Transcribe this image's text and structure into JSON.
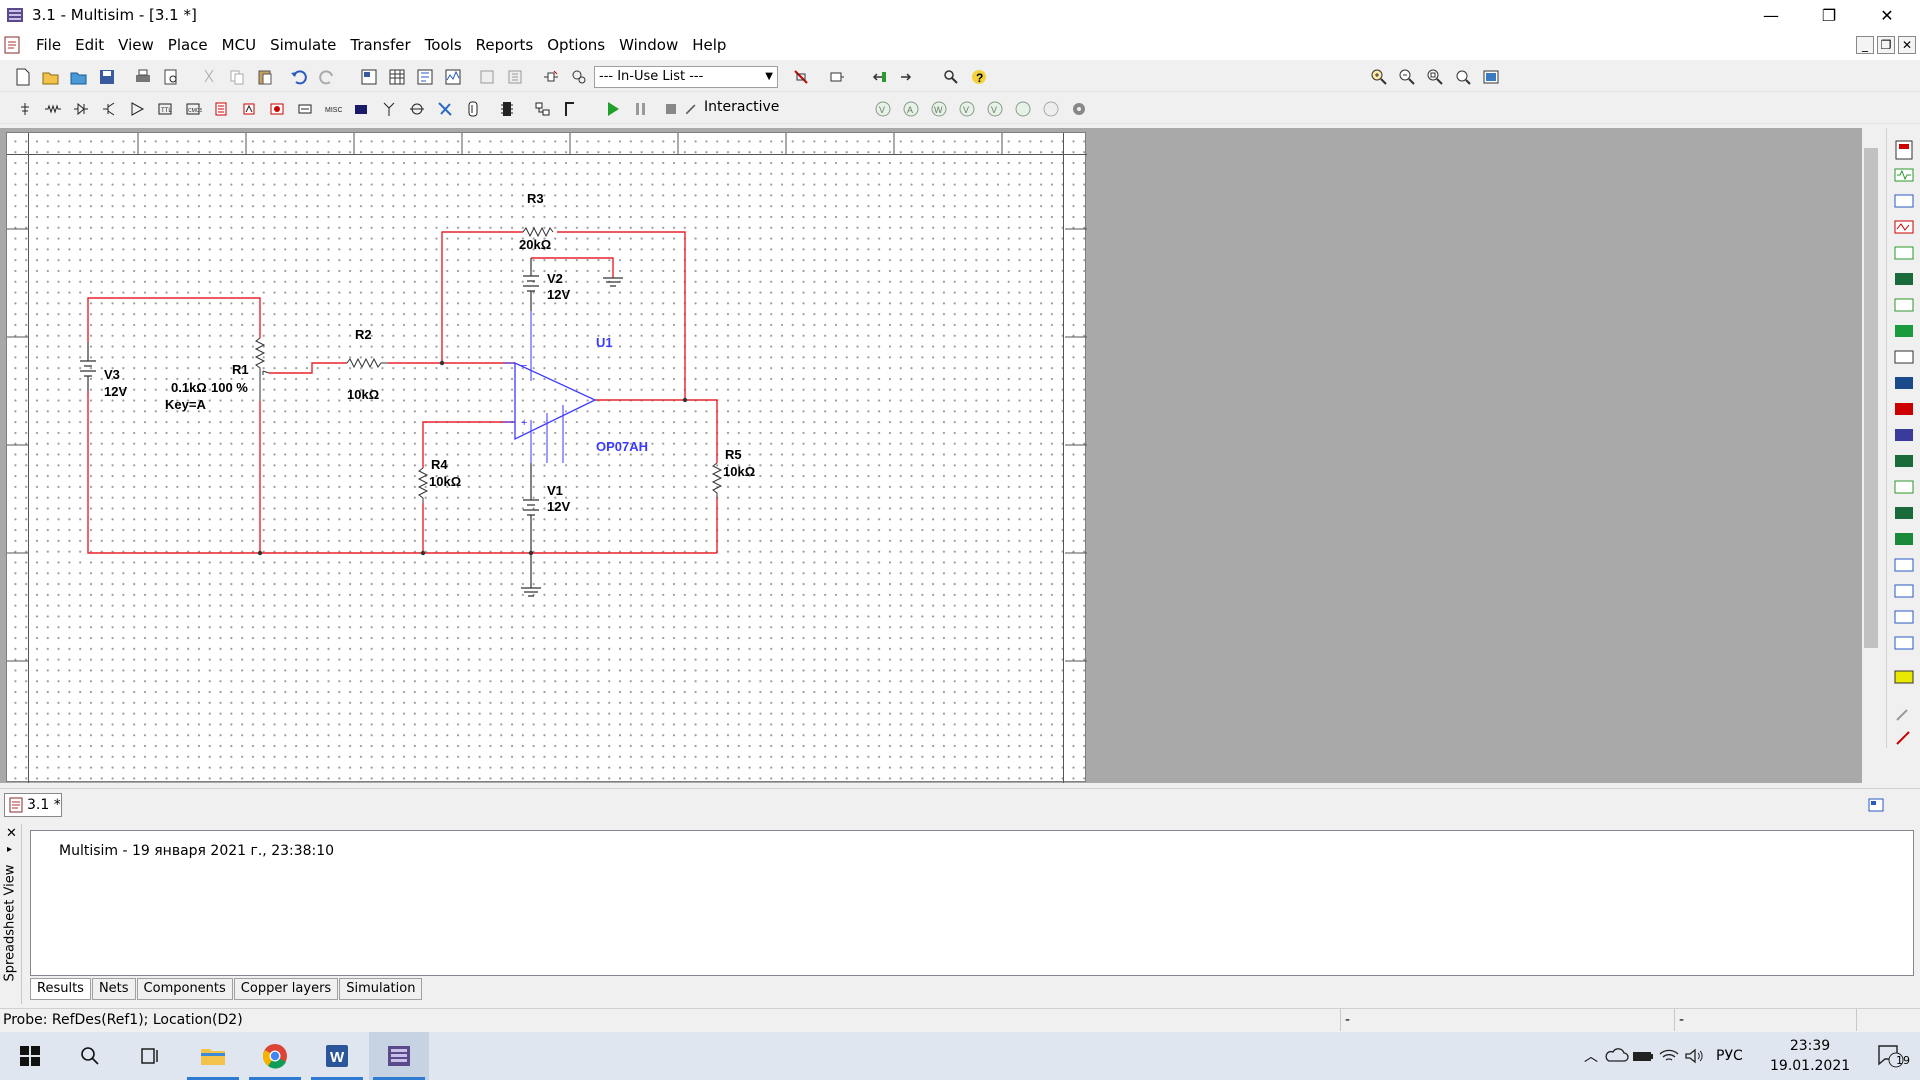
{
  "window": {
    "title": "3.1 - Multisim - [3.1 *]",
    "minimize_glyph": "—",
    "maximize_glyph": "❐",
    "close_glyph": "✕"
  },
  "menu": {
    "items": [
      "File",
      "Edit",
      "View",
      "Place",
      "MCU",
      "Simulate",
      "Transfer",
      "Tools",
      "Reports",
      "Options",
      "Window",
      "Help"
    ],
    "mdi_min": "_",
    "mdi_restore": "❐",
    "mdi_close": "✕"
  },
  "toolbar": {
    "in_use_list": "--- In-Use List ---",
    "interactive": "Interactive"
  },
  "schematic": {
    "components": {
      "R3": {
        "name": "R3",
        "value": "20kΩ"
      },
      "V2": {
        "name": "V2",
        "value": "12V"
      },
      "U1": {
        "name": "U1",
        "model": "OP07AH"
      },
      "R1": {
        "name": "R1",
        "value": "0.1kΩ",
        "percent": "100 %",
        "key": "Key=A"
      },
      "R2": {
        "name": "R2",
        "value": "10kΩ"
      },
      "V3": {
        "name": "V3",
        "value": "12V"
      },
      "R4": {
        "name": "R4",
        "value": "10kΩ"
      },
      "V1": {
        "name": "V1",
        "value": "12V"
      },
      "R5": {
        "name": "R5",
        "value": "10kΩ"
      }
    },
    "wire_color": "#e8242a",
    "opamp_color": "#3a3aff"
  },
  "doc_tab": {
    "label": "3.1 *"
  },
  "spreadsheet": {
    "title": "Spreadsheet View",
    "message": "Multisim  -  19 января 2021 г., 23:38:10",
    "tabs": [
      "Results",
      "Nets",
      "Components",
      "Copper layers",
      "Simulation"
    ]
  },
  "status": {
    "probe": "Probe: RefDes(Ref1); Location(D2)",
    "seg2": "-",
    "seg3": "-"
  },
  "taskbar": {
    "language": "РУС",
    "time": "23:39",
    "date": "19.01.2021",
    "notifications": "19"
  }
}
